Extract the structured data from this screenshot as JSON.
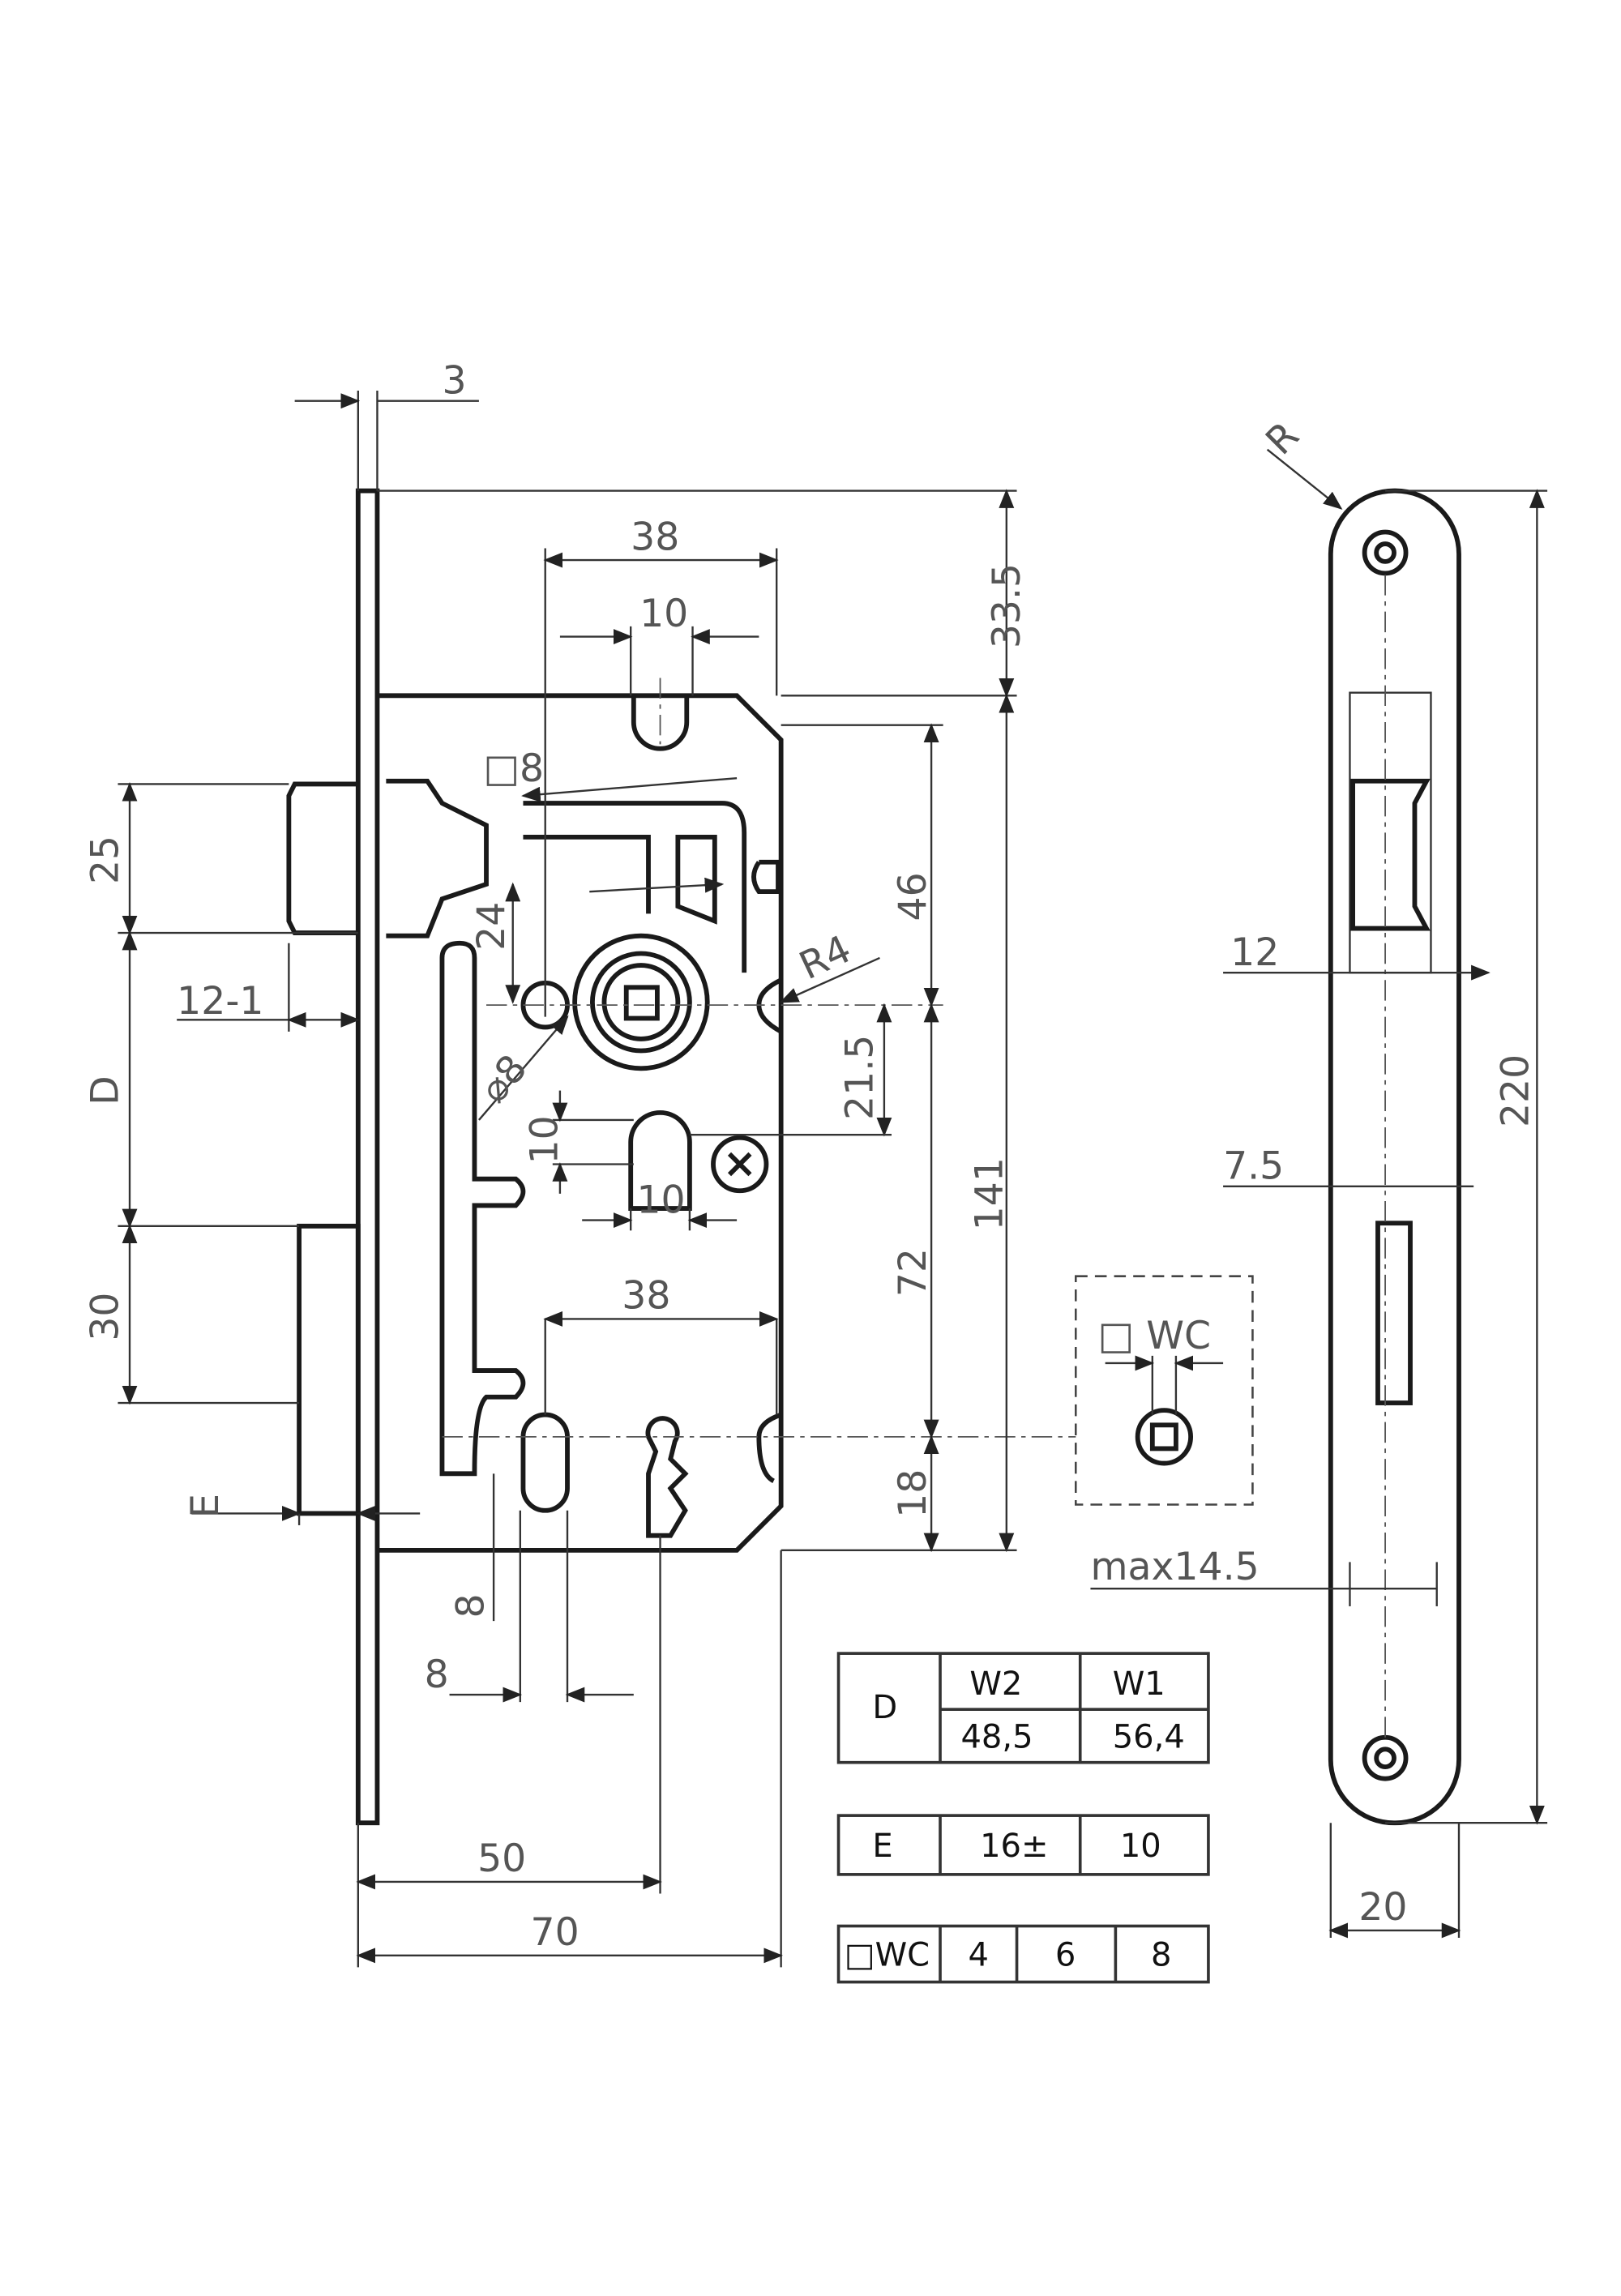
{
  "drawing": {
    "dimensions": {
      "faceplate_thickness": "3",
      "top_offset": "33.5",
      "follower_spacing": "38",
      "slot_width_top": "10",
      "square_follower": "□8",
      "follower_to_latch": "24",
      "radius": "R4",
      "diameter": "⌀8",
      "offset_21_5": "21.5",
      "slot_height": "10",
      "slot_width_bottom": "10",
      "dim_46": "46",
      "case_height": "141",
      "dim_72": "72",
      "dim_18": "18",
      "latch_height": "25",
      "latch_projection": "12-1",
      "backset_D": "D",
      "deadbolt_height": "30",
      "projection_E": "E",
      "lower_spacing": "38",
      "dim_8_vertical": "8",
      "dim_8_horizontal": "8",
      "backset_50": "50",
      "case_depth": "70",
      "wc_label": "□ WC",
      "max_label": "max14.5",
      "faceplate_radius": "R",
      "faceplate_12": "12",
      "faceplate_7_5": "7.5",
      "faceplate_length": "220",
      "faceplate_width": "20"
    },
    "tables": {
      "d_table": {
        "header": "D",
        "columns": [
          "W2",
          "W1"
        ],
        "values": [
          "48,5",
          "56,4"
        ]
      },
      "e_table": {
        "header": "E",
        "values": [
          "16±",
          "10"
        ]
      },
      "wc_table": {
        "header": "□WC",
        "values": [
          "4",
          "6",
          "8"
        ]
      }
    }
  }
}
